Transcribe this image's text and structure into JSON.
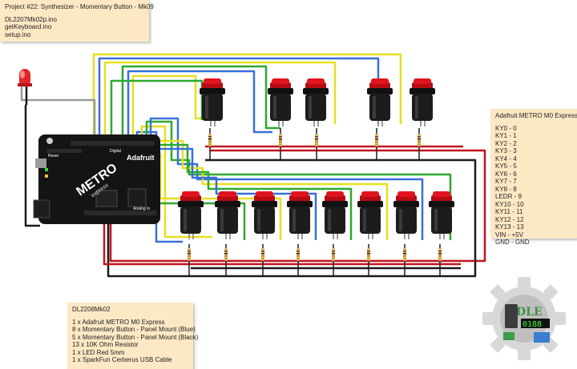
{
  "project_note": {
    "title": "Project #22: Synthesizer - Momentary Button - Mk09",
    "files": [
      "DL2207Mk02p.ino",
      "getKeyboard.ino",
      "setup.ino"
    ]
  },
  "bom_note": {
    "id": "DL2208Mk02",
    "items": [
      "1 x Adafruit METRO M0 Express",
      "8 x Momentary Button - Panel Mount (Blue)",
      "5 x Momentary Button - Panel Mount (Black)",
      "13 x 10K Ohm Resistor",
      "1 x LED Red 5mm",
      "1 x SparkFun Cerberus USB Cable"
    ]
  },
  "pin_note": {
    "title": "Adafruit METRO M0 Express",
    "pins": [
      "KY0 - 0",
      "KY1 - 1",
      "KY2 - 2",
      "KY3 - 3",
      "KY4 - 4",
      "KY5 - 5",
      "KY6 - 6",
      "KY7 - 7",
      "KY8 - 8",
      "LEDR - 9",
      "KY10 - 10",
      "KY11 - 11",
      "KY12 - 12",
      "KY13 - 13",
      "VIN - +5V",
      "GND - GND"
    ]
  },
  "board": {
    "brand": "Adafruit",
    "model": "METRO",
    "sub": "express",
    "reset_label": "Reset",
    "digital_label": "Digital",
    "analog_label": "Analog In"
  },
  "logo": {
    "text": "DLE",
    "display": "0188"
  },
  "colors": {
    "wire_yellow": "#e6e020",
    "wire_green": "#2ea82e",
    "wire_blue": "#3a6fd8",
    "wire_red": "#c0141c",
    "wire_black": "#1a1a1a",
    "wire_gray": "#9a9a9a",
    "button_red": "#d0101a"
  }
}
